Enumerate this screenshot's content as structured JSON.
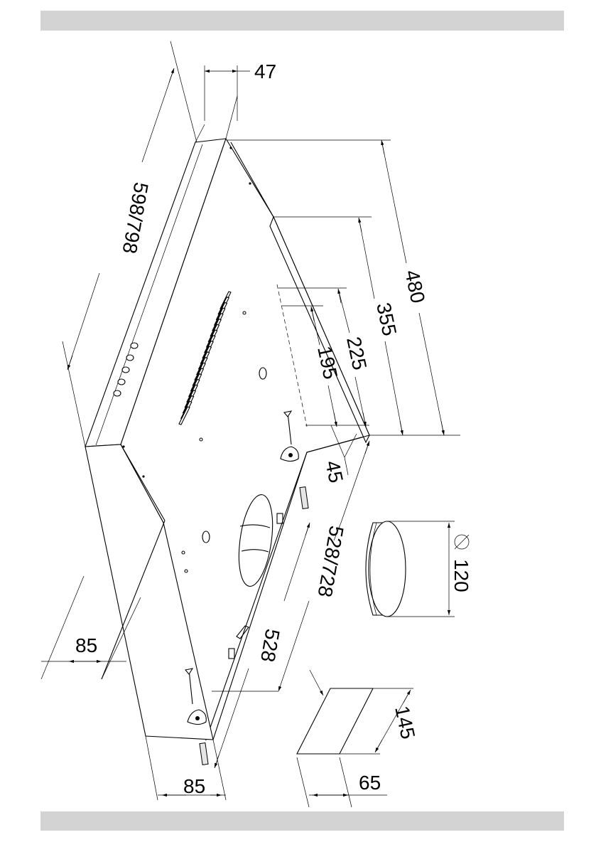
{
  "header_bar_color": "#d3d3d3",
  "footer_bar_color": "#d3d3d3",
  "dimensions": {
    "d47": "47",
    "d598_798": "598/798",
    "d480": "480",
    "d355": "355",
    "d225": "225",
    "d195": "195",
    "d45": "45",
    "d528_728": "528/728",
    "d528": "528",
    "d85_left": "85",
    "d85_bottom": "85",
    "d120": "120",
    "diameter_symbol": "Ø",
    "d145": "145",
    "d65": "65"
  }
}
